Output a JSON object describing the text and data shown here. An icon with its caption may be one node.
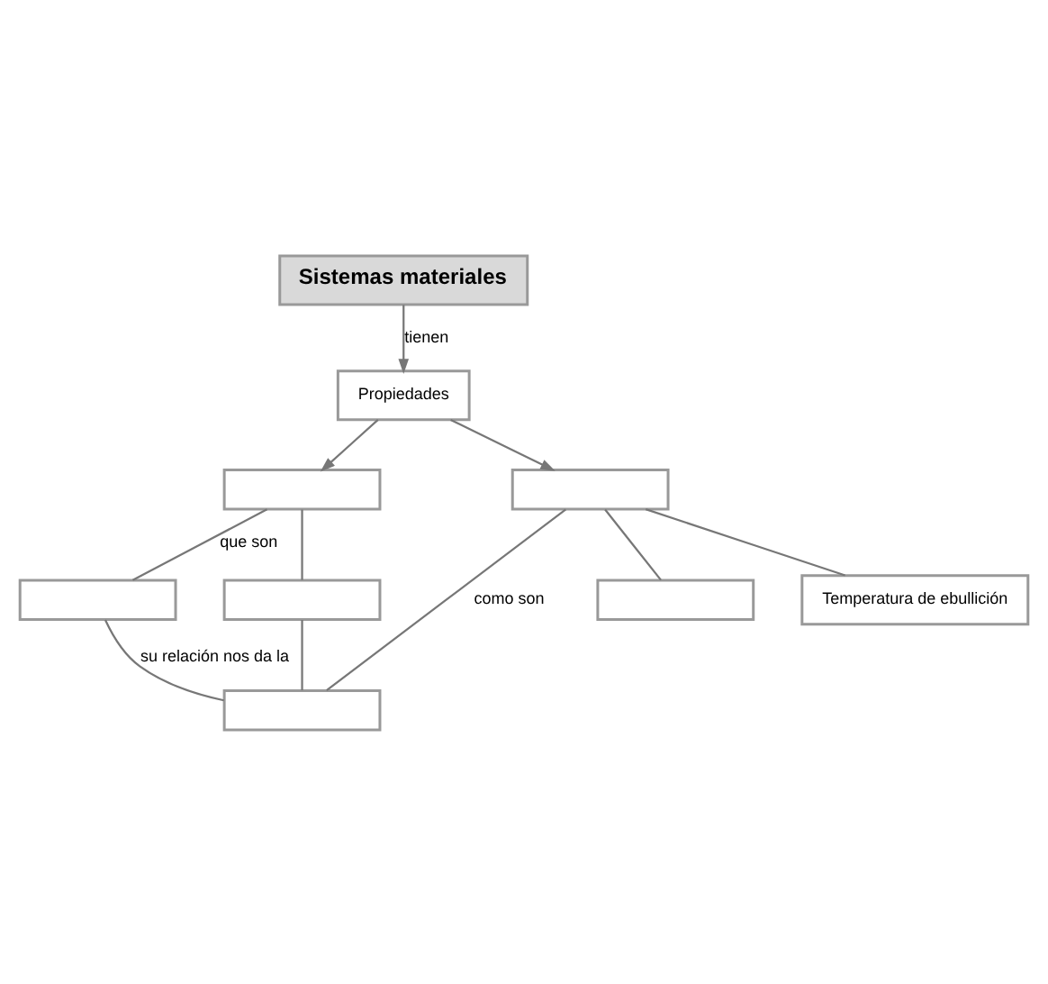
{
  "diagram": {
    "nodes": [
      {
        "text": [
          "Sistemas materiales"
        ]
      },
      {
        "text": [
          "Propiedades"
        ]
      },
      {
        "text": [],
        "shape": "box"
      },
      {
        "text": [],
        "shape": "box"
      },
      {
        "text": [],
        "shape": "box"
      },
      {
        "text": [],
        "shape": "box"
      },
      {
        "text": [],
        "shape": "box"
      },
      {
        "text": [],
        "shape": "box"
      },
      {
        "text": [
          "Temperatura de ebullición"
        ]
      }
    ],
    "edges": [
      {
        "from": 0,
        "to": 1,
        "arrow": "to",
        "label": "tienen"
      },
      {
        "from": 1,
        "to": 2,
        "arrow": "to"
      },
      {
        "from": 1,
        "to": 3,
        "arrow": "to"
      },
      {
        "from": 2,
        "to": 4,
        "arrow": "none",
        "label": "que son"
      },
      {
        "from": 2,
        "to": 5,
        "arrow": "none"
      },
      {
        "from": 4,
        "to": 6,
        "arrow": "none",
        "label": "su relación nos da la"
      },
      {
        "from": 5,
        "to": 6,
        "arrow": "none"
      },
      {
        "from": 3,
        "to": 6,
        "arrow": "none",
        "label": "como son"
      },
      {
        "from": 3,
        "to": 7,
        "arrow": "none"
      },
      {
        "from": 3,
        "to": 8,
        "arrow": "none"
      }
    ]
  }
}
